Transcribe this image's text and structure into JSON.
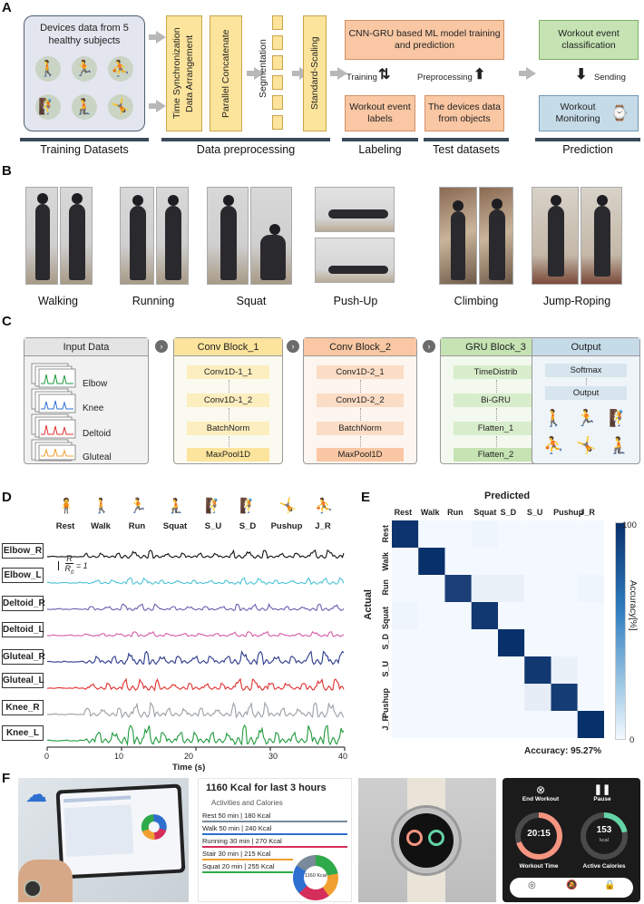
{
  "panels": {
    "a": "A",
    "b": "B",
    "c": "C",
    "d": "D",
    "e": "E",
    "f": "F"
  },
  "a": {
    "devices_box": "Devices data from 5 healthy subjects",
    "time_sync": "Time Synchronization Data Arrangement",
    "parallel": "Parallel Concatenate",
    "segmentation": "Segmentation",
    "scaling": "Standard-Scaling",
    "cnn_gru": "CNN-GRU based ML model training and prediction",
    "training_arrow": "Training",
    "preprocessing_arrow": "Preprocessing",
    "labels_box": "Workout event labels",
    "devices_objects": "The devices data from objects",
    "classification": "Workout event classification",
    "sending": "Sending",
    "monitoring": "Workout Monitoring",
    "bars": [
      "Training Datasets",
      "Data preprocessing",
      "Labeling",
      "Test datasets",
      "Prediction"
    ]
  },
  "b": {
    "activities": [
      "Walking",
      "Running",
      "Squat",
      "Push-Up",
      "Climbing",
      "Jump-Roping"
    ]
  },
  "c": {
    "input": {
      "title": "Input Data",
      "channels": [
        "Elbow",
        "Knee",
        "Deltoid",
        "Gluteal"
      ]
    },
    "conv1": {
      "title": "Conv Block_1",
      "layers": [
        "Conv1D-1_1",
        "Conv1D-1_2",
        "BatchNorm",
        "MaxPool1D"
      ]
    },
    "conv2": {
      "title": "Conv Block_2",
      "layers": [
        "Conv1D-2_1",
        "Conv1D-2_2",
        "BatchNorm",
        "MaxPool1D"
      ]
    },
    "gru": {
      "title": "GRU Block_3",
      "layers": [
        "TimeDistrib",
        "Bi-GRU",
        "Flatten_1",
        "Flatten_2"
      ]
    },
    "output": {
      "title": "Output",
      "layers": [
        "Softmax",
        "Output"
      ]
    }
  },
  "d": {
    "activities": [
      "Rest",
      "Walk",
      "Run",
      "Squat",
      "S_U",
      "S_D",
      "Pushup",
      "J_R"
    ],
    "signals": [
      "Elbow_R",
      "Elbow_L",
      "Deltoid_R",
      "Deltoid_L",
      "Gluteal_R",
      "Gluteal_L",
      "Knee_R",
      "Knee_L"
    ],
    "signal_colors": [
      "#111111",
      "#4bc3d6",
      "#6a5fb0",
      "#d45ca8",
      "#2b3a8c",
      "#e0302f",
      "#9aa0a6",
      "#1f9a3c"
    ],
    "formula_num": "R",
    "formula_den": "R",
    "formula_sub": "0",
    "formula_eq": "= 1",
    "xticks": [
      "0",
      "10",
      "20",
      "30",
      "40"
    ],
    "xlabel": "Time (s)"
  },
  "e": {
    "title": "Predicted",
    "ylabel": "Actual",
    "labels": [
      "Rest",
      "Walk",
      "Run",
      "Squat",
      "S_D",
      "S_U",
      "Pushup",
      "J_R"
    ],
    "colorbar_label": "Accuracy[%]",
    "colorbar_max": "100",
    "colorbar_min": "0",
    "accuracy": "Accuracy: 95.27%"
  },
  "chart_data": {
    "type": "heatmap",
    "title": "Predicted",
    "xlabel": "",
    "ylabel": "Actual",
    "x": [
      "Rest",
      "Walk",
      "Run",
      "Squat",
      "S_D",
      "S_U",
      "Pushup",
      "J_R"
    ],
    "y": [
      "Rest",
      "Walk",
      "Run",
      "Squat",
      "S_D",
      "S_U",
      "Pushup",
      "J_R"
    ],
    "values": [
      [
        98,
        0,
        0,
        2,
        0,
        0,
        0,
        0
      ],
      [
        0,
        100,
        0,
        0,
        0,
        0,
        0,
        0
      ],
      [
        0,
        0,
        92,
        4,
        4,
        0,
        0,
        2
      ],
      [
        2,
        0,
        0,
        96,
        0,
        0,
        0,
        0
      ],
      [
        0,
        0,
        0,
        0,
        100,
        0,
        0,
        0
      ],
      [
        0,
        0,
        0,
        0,
        0,
        96,
        4,
        0
      ],
      [
        0,
        0,
        0,
        0,
        0,
        6,
        94,
        0
      ],
      [
        0,
        0,
        0,
        0,
        0,
        0,
        0,
        100
      ]
    ],
    "zlim": [
      0,
      100
    ]
  },
  "f": {
    "kcal_title": "1160 Kcal for last 3 hours",
    "activities_title": "Activities and Calories",
    "list": [
      "Rest 50 min | 180 Kcal",
      "Walk 50 min | 240 Kcal",
      "Running 30 min | 270 Kcal",
      "Stair 30 min | 215 Kcal",
      "Squat 20 min | 255 Kcal"
    ],
    "list_colors": [
      "#7a8a9a",
      "#2e6fd0",
      "#d62e5a",
      "#f0a030",
      "#2faa4a"
    ],
    "donut_center": "1160 Kcal",
    "end_workout": "End Workout",
    "pause": "Pause",
    "workout_time": "20:15",
    "workout_time_label": "Workout Time",
    "active_cal": "153",
    "active_cal_unit": "kcal",
    "active_cal_label": "Active Calories"
  }
}
